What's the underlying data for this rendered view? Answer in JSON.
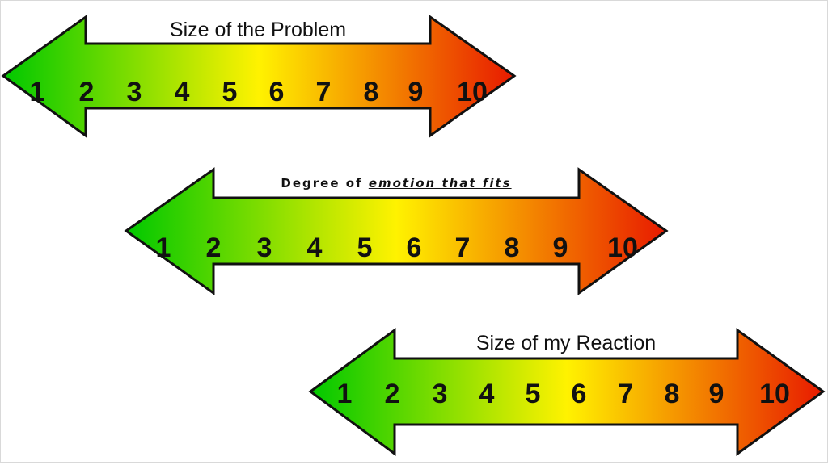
{
  "colors": {
    "gradient_start": "#00c800",
    "gradient_mid": "#fff200",
    "gradient_end": "#e81a00",
    "outline": "#111111",
    "text": "#111111"
  },
  "scales": [
    {
      "title": "Size of the Problem",
      "title_emphasis": "",
      "numbers": [
        "1",
        "2",
        "3",
        "4",
        "5",
        "6",
        "7",
        "8",
        "9",
        "10"
      ]
    },
    {
      "title": "Degree of ",
      "title_emphasis": "emotion that fits",
      "numbers": [
        "1",
        "2",
        "3",
        "4",
        "5",
        "6",
        "7",
        "8",
        "9",
        "10"
      ]
    },
    {
      "title": "Size of my Reaction",
      "title_emphasis": "",
      "numbers": [
        "1",
        "2",
        "3",
        "4",
        "5",
        "6",
        "7",
        "8",
        "9",
        "10"
      ]
    }
  ]
}
